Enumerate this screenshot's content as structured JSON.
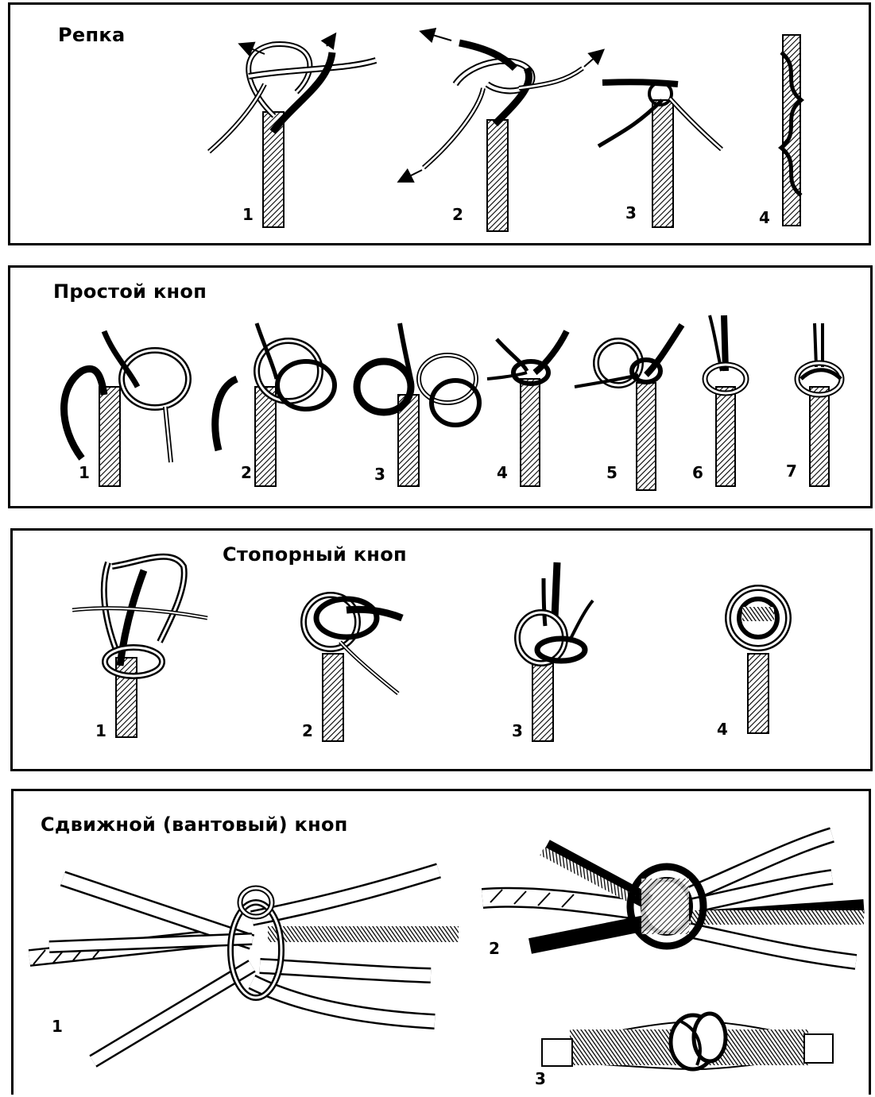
{
  "panels": [
    {
      "title": "Репка",
      "labels": [
        "1",
        "2",
        "3",
        "4"
      ]
    },
    {
      "title": "Простой кноп",
      "labels": [
        "1",
        "2",
        "3",
        "4",
        "5",
        "6",
        "7"
      ]
    },
    {
      "title": "Стопорный кноп",
      "labels": [
        "1",
        "2",
        "3",
        "4"
      ]
    },
    {
      "title": "Сдвижной (вантовый) кноп",
      "labels": [
        "1",
        "2",
        "3"
      ]
    }
  ]
}
